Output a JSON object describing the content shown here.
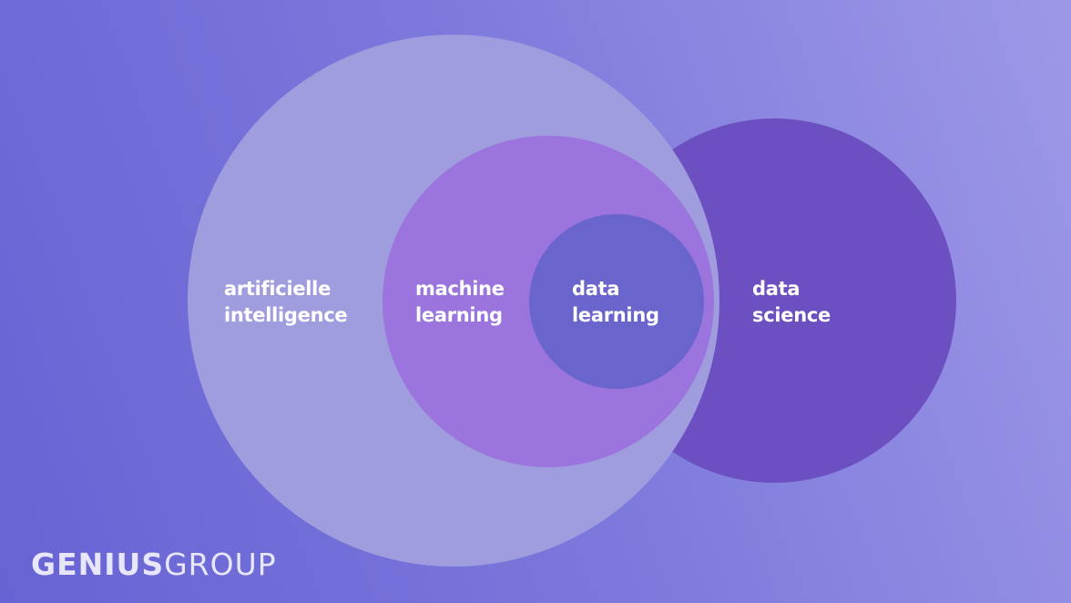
{
  "diagram": {
    "circles": [
      {
        "id": "data-science",
        "label_line1": "data",
        "label_line2": "science",
        "color": "#6c4fc0"
      },
      {
        "id": "artificial-intelligence",
        "label_line1": "artificielle",
        "label_line2": "intelligence",
        "color": "#a09ddf"
      },
      {
        "id": "machine-learning",
        "label_line1": "machine",
        "label_line2": "learning",
        "color": "#9b74de"
      },
      {
        "id": "data-learning",
        "label_line1": "data",
        "label_line2": "learning",
        "color": "#6a65cc"
      }
    ]
  },
  "logo": {
    "bold": "GENIUS",
    "light": "GROUP"
  }
}
